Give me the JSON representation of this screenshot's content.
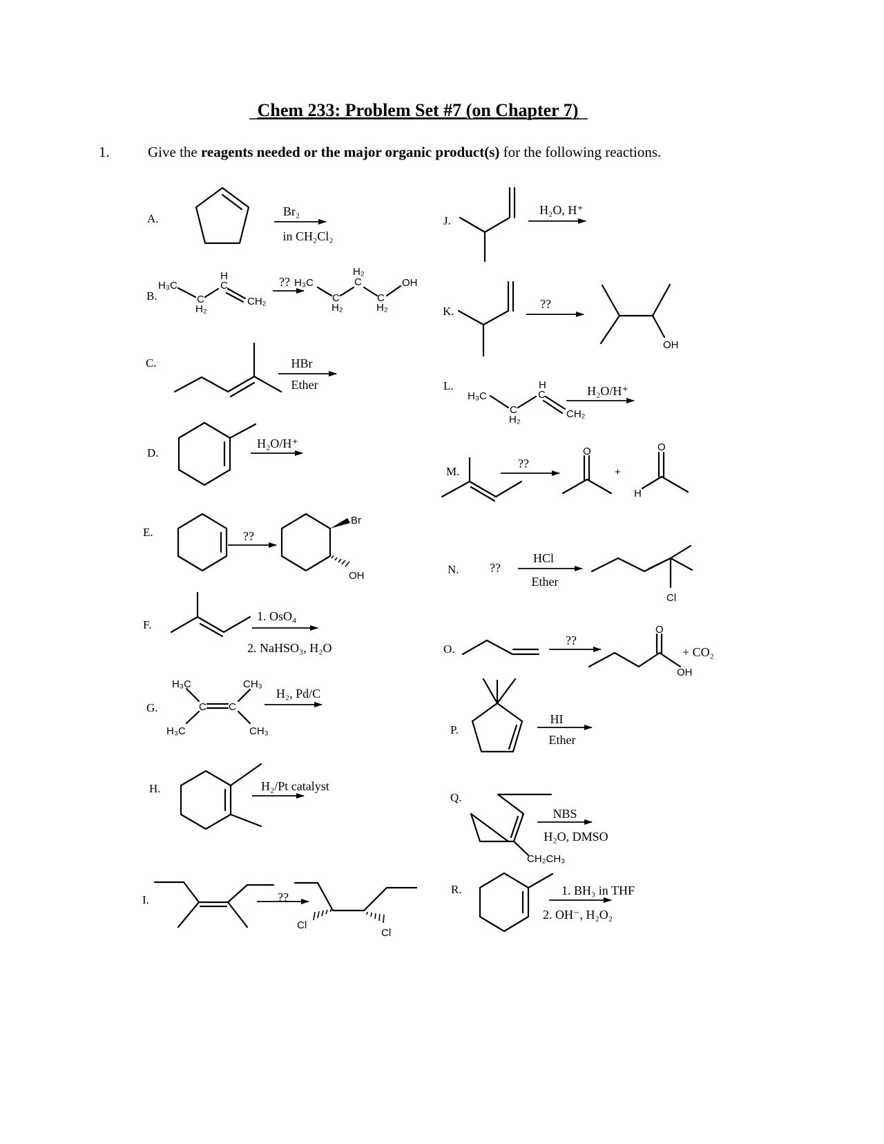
{
  "title": "Chem 233: Problem Set #7 (on Chapter 7)",
  "question": {
    "number": "1.",
    "text_before": "Give the ",
    "text_bold": "reagents needed or the major organic product(s)",
    "text_after": " for the following reactions."
  },
  "reactions": {
    "A": {
      "letter": "A.",
      "above": "Br₂",
      "below": "in CH₂Cl₂"
    },
    "B": {
      "letter": "B.",
      "above": "??",
      "labels": [
        "H₃C",
        "C",
        "H₂",
        "H",
        "C",
        "CH₂",
        "H₃C",
        "C",
        "H₂",
        "H₂",
        "C",
        "C",
        "H₂",
        "OH"
      ]
    },
    "C": {
      "letter": "C.",
      "above": "HBr",
      "below": "Ether"
    },
    "D": {
      "letter": "D.",
      "above": "H₂O/H⁺"
    },
    "E": {
      "letter": "E.",
      "above": "??",
      "labels": [
        "Br",
        "OH"
      ]
    },
    "F": {
      "letter": "F.",
      "above": "1. OsO₄",
      "below": "2. NaHSO₃, H₂O"
    },
    "G": {
      "letter": "G.",
      "above": "H₂, Pd/C",
      "labels": [
        "H₃C",
        "CH₃",
        "H₃C",
        "CH₃",
        "C",
        "C"
      ]
    },
    "H": {
      "letter": "H.",
      "above": "H₂/Pt catalyst"
    },
    "I": {
      "letter": "I.",
      "above": "??",
      "labels": [
        "Cl",
        "Cl"
      ]
    },
    "J": {
      "letter": "J.",
      "above": "H₂O, H⁺"
    },
    "K": {
      "letter": "K.",
      "above": "??",
      "labels": [
        "OH"
      ]
    },
    "L": {
      "letter": "L.",
      "above": "H₂O/H⁺",
      "labels": [
        "H₃C",
        "C",
        "H₂",
        "H",
        "C",
        "CH₂"
      ]
    },
    "M": {
      "letter": "M.",
      "above": "??",
      "plus": "+",
      "labels": [
        "O",
        "O",
        "H"
      ]
    },
    "N": {
      "letter": "N.",
      "reactant": "??",
      "above": "HCl",
      "below": "Ether",
      "labels": [
        "Cl"
      ]
    },
    "O": {
      "letter": "O.",
      "above": "??",
      "extra": "+ CO₂",
      "labels": [
        "O",
        "OH"
      ]
    },
    "P": {
      "letter": "P.",
      "above": "HI",
      "below": "Ether"
    },
    "Q": {
      "letter": "Q.",
      "above": "NBS",
      "below": "H₂O, DMSO",
      "labels": [
        "CH₂CH₃"
      ]
    },
    "R": {
      "letter": "R.",
      "above": "1. BH₃ in THF",
      "below": "2. OH⁻, H₂O₂"
    }
  }
}
